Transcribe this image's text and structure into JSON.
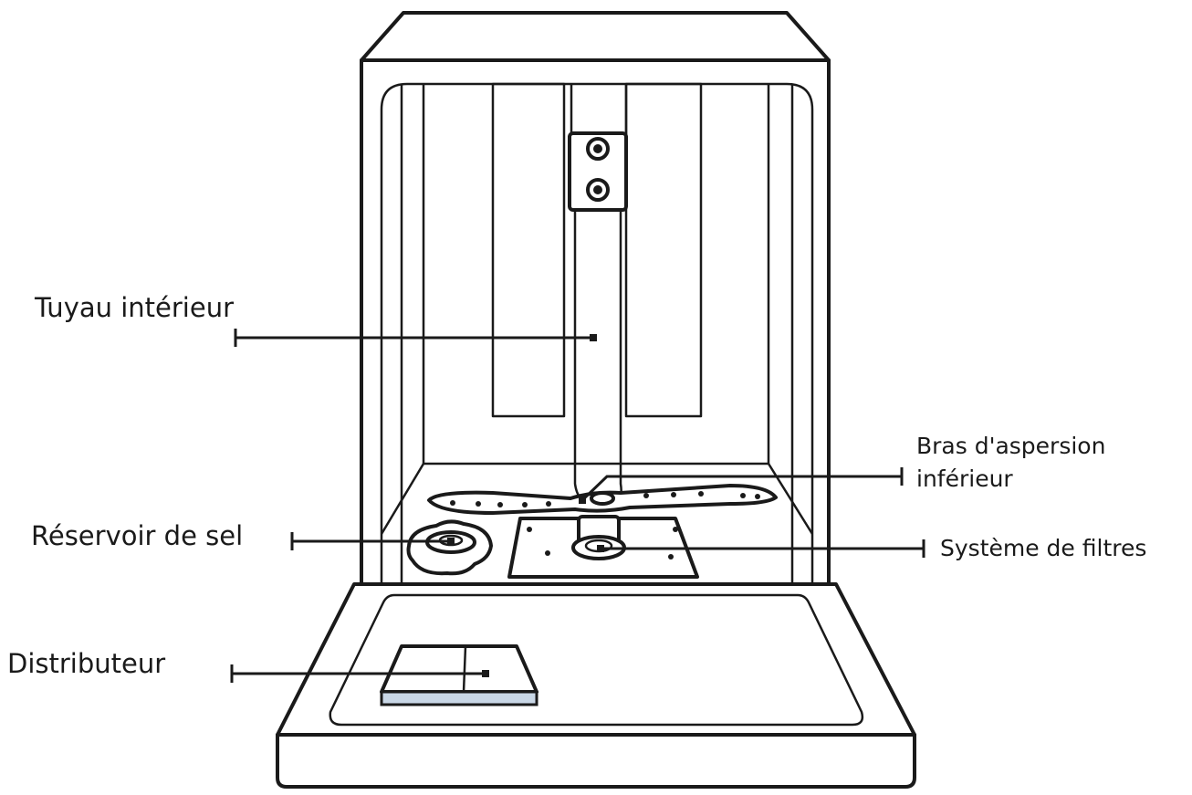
{
  "labels": {
    "inner_pipe": "Tuyau intérieur",
    "lower_spray_arm_line1": "Bras d'aspersion",
    "lower_spray_arm_line2": "inférieur",
    "salt_reservoir": "Réservoir de sel",
    "filter_system": "Système de filtres",
    "dispenser": "Distributeur"
  },
  "colors": {
    "outline": "#1a1a1a",
    "dispenser_accent": "#c9d7e6"
  }
}
